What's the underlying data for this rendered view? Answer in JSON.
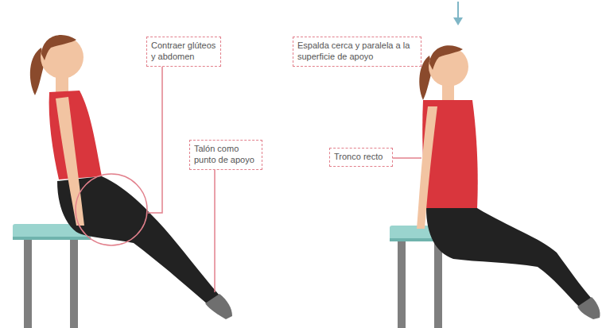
{
  "diagram": {
    "nodes": [
      {
        "text": [
          "Contraer glúteos y abdomen"
        ]
      },
      {
        "text": [
          "Espalda cerca y paralela a la superficie de apoyo"
        ]
      },
      {
        "text": [
          "Talón como punto de apoyo"
        ]
      },
      {
        "text": [
          "Tronco recto"
        ]
      }
    ]
  }
}
